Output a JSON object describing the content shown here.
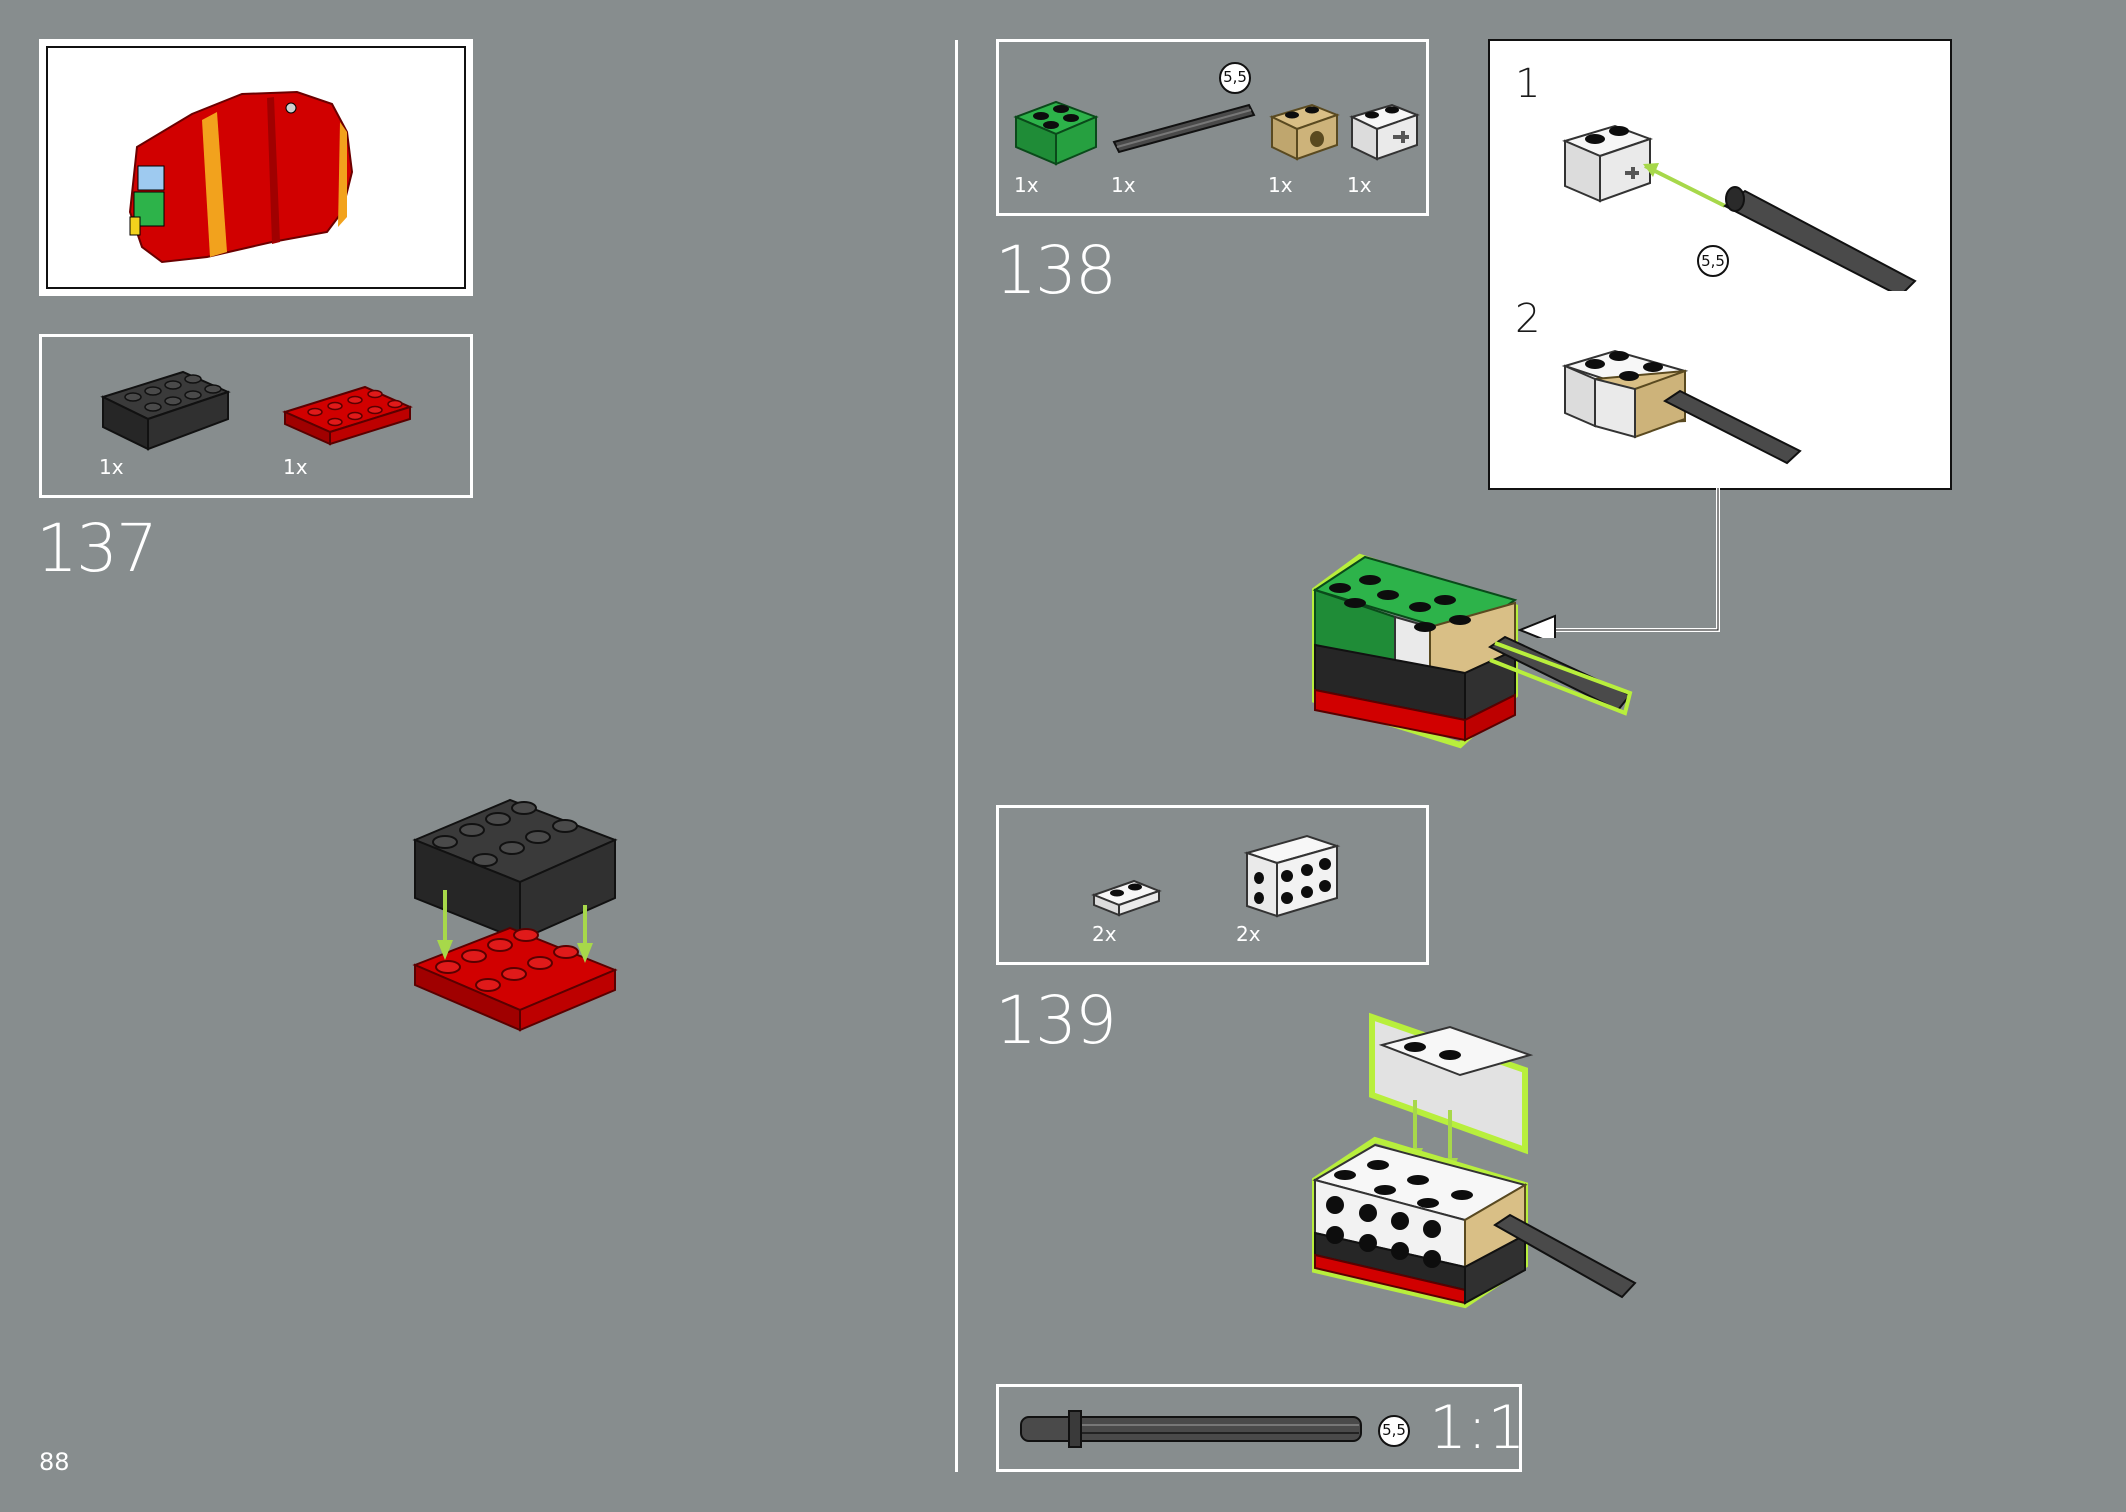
{
  "page": {
    "number": "88"
  },
  "steps": [
    {
      "number": "137",
      "parts": [
        {
          "qty": "1x",
          "name": "black-brick-2x4"
        },
        {
          "qty": "1x",
          "name": "red-plate-2x4"
        }
      ]
    },
    {
      "number": "138",
      "parts": [
        {
          "qty": "1x",
          "name": "green-brick-2x2"
        },
        {
          "qty": "1x",
          "name": "axle-5-5"
        },
        {
          "qty": "1x",
          "name": "tan-technic-brick-1x2"
        },
        {
          "qty": "1x",
          "name": "white-axle-brick-1x2"
        }
      ],
      "callout": {
        "sub_steps": [
          "1",
          "2"
        ],
        "axle_size": "5,5"
      }
    },
    {
      "number": "139",
      "parts": [
        {
          "qty": "2x",
          "name": "white-plate-1x2"
        },
        {
          "qty": "2x",
          "name": "white-bracket-studs-side"
        }
      ]
    }
  ],
  "axle_label": "5,5",
  "scale_ruler": {
    "size": "5,5",
    "ratio": "1:1"
  },
  "colors": {
    "background": "#878d8e",
    "red": "#d10000",
    "black": "#2a2a2a",
    "green": "#2db34a",
    "tan": "#d9bf86",
    "highlight": "#b8ef3c"
  }
}
